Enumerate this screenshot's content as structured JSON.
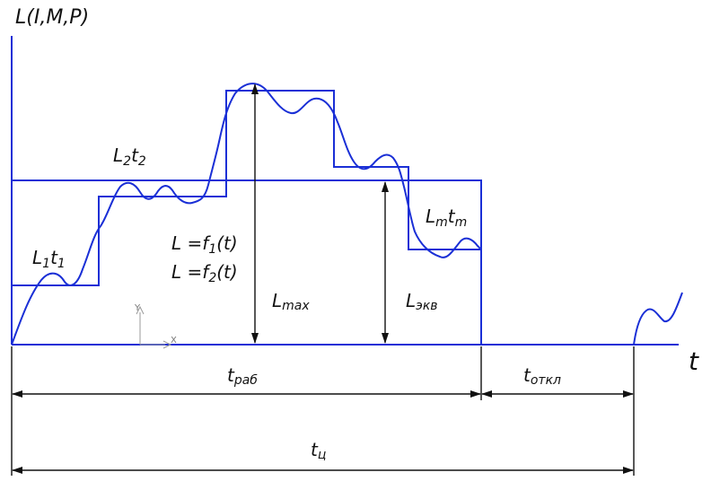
{
  "axis": {
    "y_label": "L(I,M,P)",
    "x_label": "t"
  },
  "labels": {
    "l1t1_main": "L",
    "l1t1_sub1": "1",
    "l1t1_t": "t",
    "l1t1_sub2": "1",
    "l2t2_main": "L",
    "l2t2_sub1": "2",
    "l2t2_t": "t",
    "l2t2_sub2": "2",
    "lmtm_main": "L",
    "lmtm_sub1": "m",
    "lmtm_t": "t",
    "lmtm_sub2": "m",
    "f1_prefix": "L =f",
    "f1_sub": "1",
    "f1_suffix": "(t)",
    "f2_prefix": "L =f",
    "f2_sub": "2",
    "f2_suffix": "(t)",
    "lmax_main": "L",
    "lmax_sub": "max",
    "lekv_main": "L",
    "lekv_sub": "экв"
  },
  "dimensions": {
    "t_rab_main": "t",
    "t_rab_sub": "раб",
    "t_otkl_main": "t",
    "t_otkl_sub": "откл",
    "t_c_main": "t",
    "t_c_sub": "ц"
  },
  "origin_marker": {
    "y": "Y",
    "x": "X"
  },
  "colors": {
    "curve": "#1a2fd6",
    "dimension": "#111111"
  }
}
